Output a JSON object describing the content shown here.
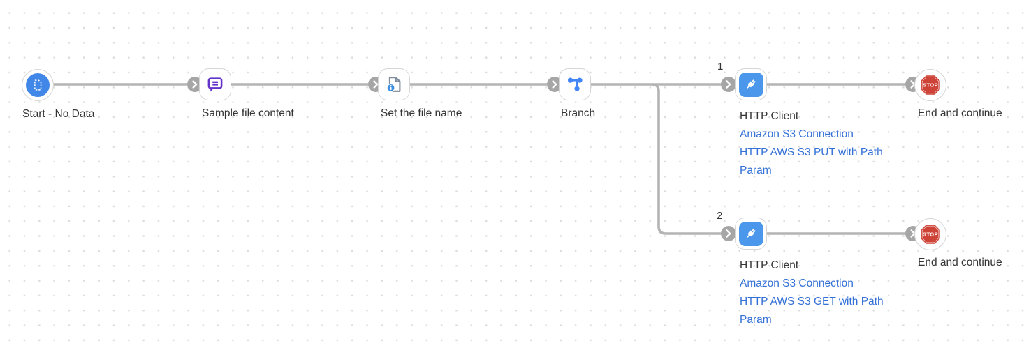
{
  "colors": {
    "dot": "#dcdcdc",
    "line": "#b4b4b4",
    "connector": "#a6a6a6",
    "node_border": "#d6d6d6",
    "start_blue": "#4187e8",
    "comment_purple": "#6434c9",
    "doc_gray": "#7f8c9b",
    "info_blue": "#3d8fe0",
    "branch_blue": "#4285f4",
    "plug_blue": "#4a97ec",
    "stop_red": "#ce4337",
    "link_blue": "#3471d6",
    "label": "#333333"
  },
  "nodes": [
    {
      "id": "start",
      "label": "Start - No Data",
      "icon": "document-dashed-icon"
    },
    {
      "id": "sample-file-content",
      "label": "Sample file content",
      "icon": "comment-icon"
    },
    {
      "id": "set-file-name",
      "label": "Set the file name",
      "icon": "document-info-icon"
    },
    {
      "id": "branch",
      "label": "Branch",
      "icon": "branch-icon"
    },
    {
      "id": "http-client-1",
      "label": "HTTP Client",
      "icon": "plug-icon",
      "branch_number": "1",
      "links": [
        "Amazon S3 Connection",
        "HTTP AWS S3 PUT with Path Param"
      ]
    },
    {
      "id": "end-1",
      "label": "End and continue",
      "icon": "stop-icon",
      "badge": "STOP"
    },
    {
      "id": "http-client-2",
      "label": "HTTP Client",
      "icon": "plug-icon",
      "branch_number": "2",
      "links": [
        "Amazon S3 Connection",
        "HTTP AWS S3 GET with Path Param"
      ]
    },
    {
      "id": "end-2",
      "label": "End and continue",
      "icon": "stop-icon",
      "badge": "STOP"
    }
  ]
}
